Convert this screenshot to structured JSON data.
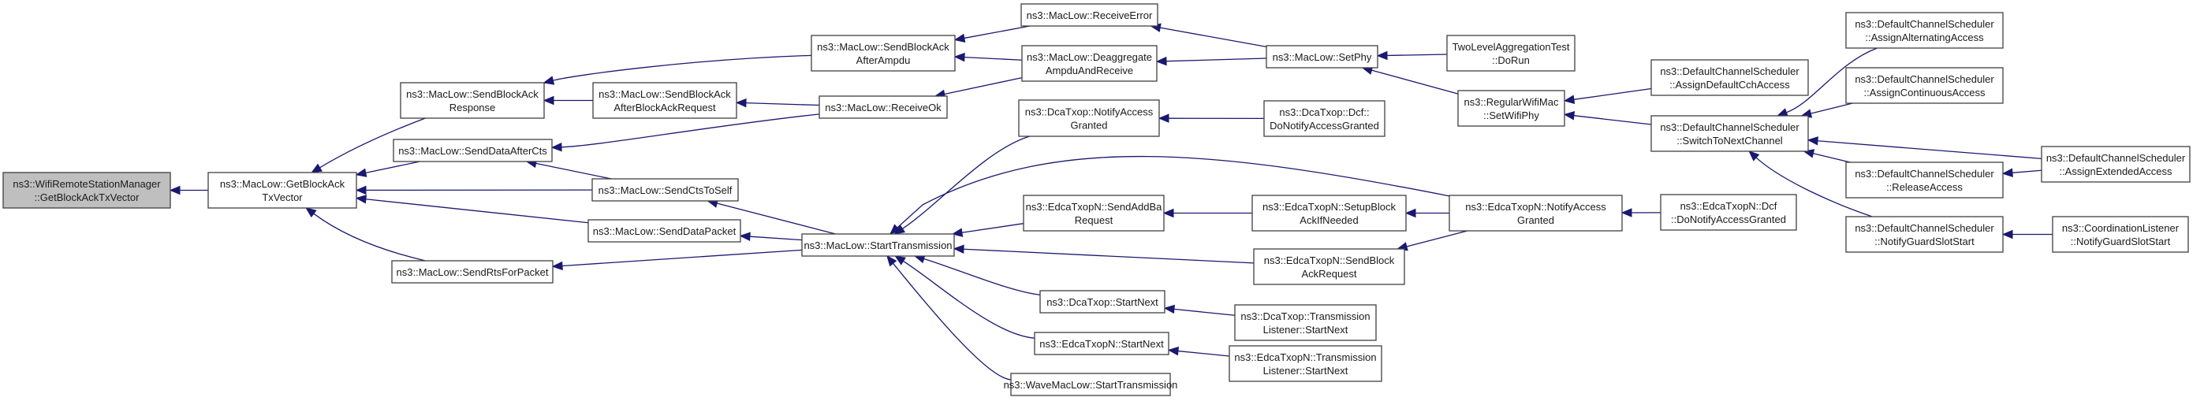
{
  "diagram": {
    "type": "doxygen-caller-graph",
    "colors": {
      "edge": "#191970",
      "root_fill": "#bfbfbf",
      "node_fill": "#ffffff",
      "border": "#404040"
    },
    "nodes": [
      {
        "id": "root",
        "lines": [
          "ns3::WifiRemoteStationManager",
          "::GetBlockAckTxVector"
        ],
        "root": true
      },
      {
        "id": "getBATx",
        "lines": [
          "ns3::MacLow::GetBlockAck",
          "TxVector"
        ]
      },
      {
        "id": "sendBAResp",
        "lines": [
          "ns3::MacLow::SendBlockAck",
          "Response"
        ]
      },
      {
        "id": "sendDataAfterCts",
        "lines": [
          "ns3::MacLow::SendDataAfterCts"
        ]
      },
      {
        "id": "sendDataPacket",
        "lines": [
          "ns3::MacLow::SendDataPacket"
        ]
      },
      {
        "id": "sendRts",
        "lines": [
          "ns3::MacLow::SendRtsForPacket"
        ]
      },
      {
        "id": "sendBAAfterBAR",
        "lines": [
          "ns3::MacLow::SendBlockAck",
          "AfterBlockAckRequest"
        ]
      },
      {
        "id": "sendCtsToSelf",
        "lines": [
          "ns3::MacLow::SendCtsToSelf"
        ]
      },
      {
        "id": "sendBAAfterAmpdu",
        "lines": [
          "ns3::MacLow::SendBlockAck",
          "AfterAmpdu"
        ]
      },
      {
        "id": "receiveOk",
        "lines": [
          "ns3::MacLow::ReceiveOk"
        ]
      },
      {
        "id": "startTx",
        "lines": [
          "ns3::MacLow::StartTransmission"
        ]
      },
      {
        "id": "receiveError",
        "lines": [
          "ns3::MacLow::ReceiveError"
        ]
      },
      {
        "id": "deagg",
        "lines": [
          "ns3::MacLow::Deaggregate",
          "AmpduAndReceive"
        ]
      },
      {
        "id": "dcaNotify",
        "lines": [
          "ns3::DcaTxop::NotifyAccess",
          "Granted"
        ]
      },
      {
        "id": "edcaSendAddBa",
        "lines": [
          "ns3::EdcaTxopN::SendAddBa",
          "Request"
        ]
      },
      {
        "id": "dcaStartNext",
        "lines": [
          "ns3::DcaTxop::StartNext"
        ]
      },
      {
        "id": "edcaStartNext",
        "lines": [
          "ns3::EdcaTxopN::StartNext"
        ]
      },
      {
        "id": "waveStartTx",
        "lines": [
          "ns3::WaveMacLow::StartTransmission"
        ]
      },
      {
        "id": "setPhy",
        "lines": [
          "ns3::MacLow::SetPhy"
        ]
      },
      {
        "id": "dcaDcfNotify",
        "lines": [
          "ns3::DcaTxop::Dcf::",
          "DoNotifyAccessGranted"
        ]
      },
      {
        "id": "edcaSetupBA",
        "lines": [
          "ns3::EdcaTxopN::SetupBlock",
          "AckIfNeeded"
        ]
      },
      {
        "id": "edcaSendBAR",
        "lines": [
          "ns3::EdcaTxopN::SendBlock",
          "AckRequest"
        ]
      },
      {
        "id": "dcaTLStartNext",
        "lines": [
          "ns3::DcaTxop::Transmission",
          "Listener::StartNext"
        ]
      },
      {
        "id": "edcaTLStartNext",
        "lines": [
          "ns3::EdcaTxopN::Transmission",
          "Listener::StartNext"
        ]
      },
      {
        "id": "twoLevel",
        "lines": [
          "TwoLevelAggregationTest",
          "::DoRun"
        ]
      },
      {
        "id": "regSetWifiPhy",
        "lines": [
          "ns3::RegularWifiMac",
          "::SetWifiPhy"
        ]
      },
      {
        "id": "edcaNotify",
        "lines": [
          "ns3::EdcaTxopN::NotifyAccess",
          "Granted"
        ]
      },
      {
        "id": "dcsAssignDefault",
        "lines": [
          "ns3::DefaultChannelScheduler",
          "::AssignDefaultCchAccess"
        ]
      },
      {
        "id": "dcsSwitch",
        "lines": [
          "ns3::DefaultChannelScheduler",
          "::SwitchToNextChannel"
        ]
      },
      {
        "id": "edcaDcfNotify",
        "lines": [
          "ns3::EdcaTxopN::Dcf",
          "::DoNotifyAccessGranted"
        ]
      },
      {
        "id": "dcsAlternating",
        "lines": [
          "ns3::DefaultChannelScheduler",
          "::AssignAlternatingAccess"
        ]
      },
      {
        "id": "dcsContinuous",
        "lines": [
          "ns3::DefaultChannelScheduler",
          "::AssignContinuousAccess"
        ]
      },
      {
        "id": "dcsRelease",
        "lines": [
          "ns3::DefaultChannelScheduler",
          "::ReleaseAccess"
        ]
      },
      {
        "id": "dcsGuard",
        "lines": [
          "ns3::DefaultChannelScheduler",
          "::NotifyGuardSlotStart"
        ]
      },
      {
        "id": "dcsExtended",
        "lines": [
          "ns3::DefaultChannelScheduler",
          "::AssignExtendedAccess"
        ]
      },
      {
        "id": "coordGuard",
        "lines": [
          "ns3::CoordinationListener",
          "::NotifyGuardSlotStart"
        ]
      }
    ],
    "edges": [
      {
        "from": "getBATx",
        "to": "root"
      },
      {
        "from": "sendBAResp",
        "to": "getBATx"
      },
      {
        "from": "sendDataAfterCts",
        "to": "getBATx"
      },
      {
        "from": "sendCtsToSelf",
        "to": "getBATx"
      },
      {
        "from": "sendDataPacket",
        "to": "getBATx"
      },
      {
        "from": "sendRts",
        "to": "getBATx"
      },
      {
        "from": "sendBAAfterBAR",
        "to": "sendBAResp"
      },
      {
        "from": "sendBAAfterAmpdu",
        "to": "sendBAResp"
      },
      {
        "from": "receiveOk",
        "to": "sendBAAfterBAR"
      },
      {
        "from": "receiveOk",
        "to": "sendDataAfterCts"
      },
      {
        "from": "sendCtsToSelf",
        "to": "sendDataAfterCts"
      },
      {
        "from": "startTx",
        "to": "sendCtsToSelf"
      },
      {
        "from": "startTx",
        "to": "sendDataPacket"
      },
      {
        "from": "startTx",
        "to": "sendRts"
      },
      {
        "from": "receiveError",
        "to": "sendBAAfterAmpdu"
      },
      {
        "from": "deagg",
        "to": "sendBAAfterAmpdu"
      },
      {
        "from": "deagg",
        "to": "receiveOk"
      },
      {
        "from": "setPhy",
        "to": "receiveError"
      },
      {
        "from": "setPhy",
        "to": "deagg"
      },
      {
        "from": "dcaNotify",
        "to": "startTx"
      },
      {
        "from": "edcaNotify",
        "to": "startTx"
      },
      {
        "from": "edcaSendAddBa",
        "to": "startTx"
      },
      {
        "from": "edcaSendBAR",
        "to": "startTx"
      },
      {
        "from": "dcaStartNext",
        "to": "startTx"
      },
      {
        "from": "edcaStartNext",
        "to": "startTx"
      },
      {
        "from": "waveStartTx",
        "to": "startTx"
      },
      {
        "from": "dcaDcfNotify",
        "to": "dcaNotify"
      },
      {
        "from": "edcaSetupBA",
        "to": "edcaSendAddBa"
      },
      {
        "from": "edcaNotify",
        "to": "edcaSetupBA"
      },
      {
        "from": "edcaNotify",
        "to": "edcaSendBAR"
      },
      {
        "from": "edcaDcfNotify",
        "to": "edcaNotify"
      },
      {
        "from": "dcaTLStartNext",
        "to": "dcaStartNext"
      },
      {
        "from": "edcaTLStartNext",
        "to": "edcaStartNext"
      },
      {
        "from": "twoLevel",
        "to": "setPhy"
      },
      {
        "from": "regSetWifiPhy",
        "to": "setPhy"
      },
      {
        "from": "dcsAssignDefault",
        "to": "regSetWifiPhy"
      },
      {
        "from": "dcsSwitch",
        "to": "regSetWifiPhy"
      },
      {
        "from": "dcsAlternating",
        "to": "dcsSwitch"
      },
      {
        "from": "dcsContinuous",
        "to": "dcsSwitch"
      },
      {
        "from": "dcsExtended",
        "to": "dcsSwitch"
      },
      {
        "from": "dcsRelease",
        "to": "dcsSwitch"
      },
      {
        "from": "dcsGuard",
        "to": "dcsSwitch"
      },
      {
        "from": "dcsExtended",
        "to": "dcsRelease"
      },
      {
        "from": "coordGuard",
        "to": "dcsGuard"
      }
    ]
  }
}
